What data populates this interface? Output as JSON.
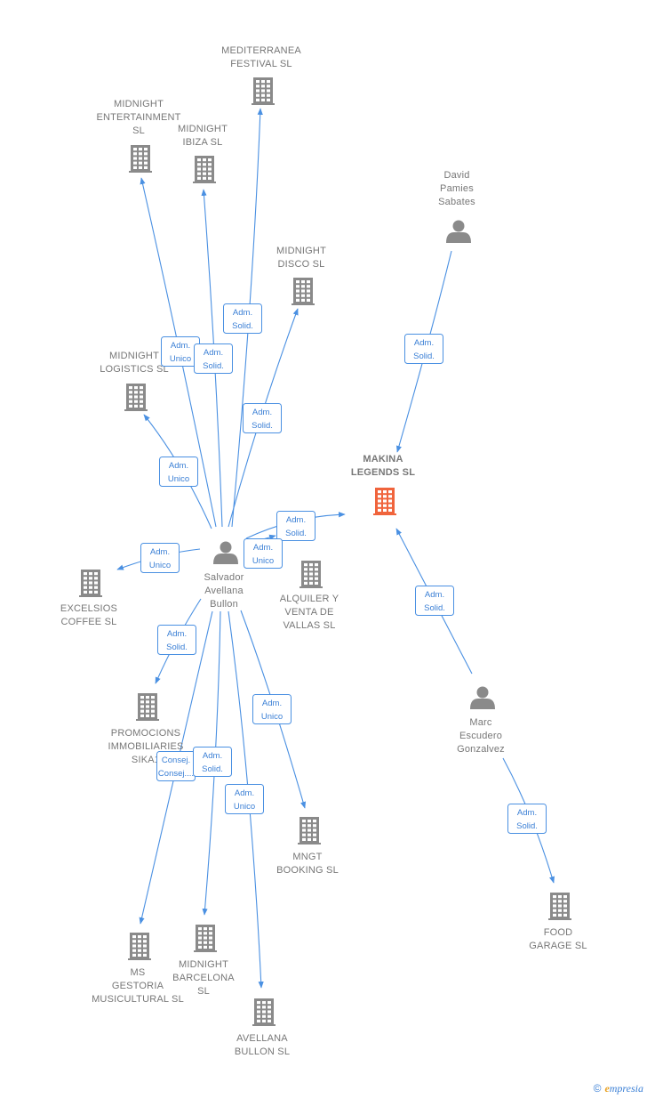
{
  "colors": {
    "edge": "#4a90e2",
    "building": "#8a8a8a",
    "focus_building": "#f0643c",
    "person": "#8a8a8a"
  },
  "nodes": [
    {
      "id": "mediterranea",
      "type": "company",
      "lines": [
        "MEDITERRANEA",
        "FESTIVAL  SL"
      ]
    },
    {
      "id": "midnight_ent",
      "type": "company",
      "lines": [
        "MIDNIGHT",
        "ENTERTAINMENT",
        "SL"
      ]
    },
    {
      "id": "midnight_ibiza",
      "type": "company",
      "lines": [
        "MIDNIGHT",
        "IBIZA  SL"
      ]
    },
    {
      "id": "midnight_disco",
      "type": "company",
      "lines": [
        "MIDNIGHT",
        "DISCO  SL"
      ]
    },
    {
      "id": "midnight_logistics",
      "type": "company",
      "lines": [
        "MIDNIGHT",
        "LOGISTICS  SL"
      ]
    },
    {
      "id": "david",
      "type": "person",
      "lines": [
        "David",
        "Pamies",
        "Sabates"
      ]
    },
    {
      "id": "makina",
      "type": "company",
      "focus": true,
      "lines": [
        "MAKINA",
        "LEGENDS  SL"
      ]
    },
    {
      "id": "salvador",
      "type": "person",
      "lines": [
        "Salvador",
        "Avellana",
        "Bullon"
      ]
    },
    {
      "id": "excelsios",
      "type": "company",
      "lines": [
        "EXCELSIOS",
        "COFFEE  SL"
      ]
    },
    {
      "id": "alquiler",
      "type": "company",
      "lines": [
        "ALQUILER Y",
        "VENTA DE",
        "VALLAS  SL"
      ]
    },
    {
      "id": "promocions",
      "type": "company",
      "lines": [
        "PROMOCIONS",
        "IMMOBILIARIES",
        "SIKA1"
      ]
    },
    {
      "id": "marc",
      "type": "person",
      "lines": [
        "Marc",
        "Escudero",
        "Gonzalvez"
      ]
    },
    {
      "id": "mngt",
      "type": "company",
      "lines": [
        "MNGT",
        "BOOKING  SL"
      ]
    },
    {
      "id": "food",
      "type": "company",
      "lines": [
        "FOOD",
        "GARAGE  SL"
      ]
    },
    {
      "id": "ms_gestoria",
      "type": "company",
      "lines": [
        "MS",
        "GESTORIA",
        "MUSICULTURAL SL"
      ]
    },
    {
      "id": "midnight_bcn",
      "type": "company",
      "lines": [
        "MIDNIGHT",
        "BARCELONA",
        "SL"
      ]
    },
    {
      "id": "avellana",
      "type": "company",
      "lines": [
        "AVELLANA",
        "BULLON SL"
      ]
    }
  ],
  "edges": [
    {
      "from": "salvador",
      "to": "mediterranea",
      "label": [
        "Adm.",
        "Solid."
      ]
    },
    {
      "from": "salvador",
      "to": "midnight_ent",
      "label": [
        "Adm.",
        "Unico"
      ]
    },
    {
      "from": "salvador",
      "to": "midnight_ibiza",
      "label": [
        "Adm.",
        "Solid."
      ]
    },
    {
      "from": "salvador",
      "to": "midnight_disco",
      "label": [
        "Adm.",
        "Solid."
      ]
    },
    {
      "from": "salvador",
      "to": "midnight_logistics",
      "label": [
        "Adm.",
        "Unico"
      ]
    },
    {
      "from": "david",
      "to": "makina",
      "label": [
        "Adm.",
        "Solid."
      ]
    },
    {
      "from": "salvador",
      "to": "makina",
      "label": [
        "Adm.",
        "Solid."
      ]
    },
    {
      "from": "salvador",
      "to": "alquiler",
      "label": [
        "Adm.",
        "Unico"
      ]
    },
    {
      "from": "salvador",
      "to": "excelsios",
      "label": [
        "Adm.",
        "Unico"
      ]
    },
    {
      "from": "salvador",
      "to": "promocions",
      "label": [
        "Adm.",
        "Solid."
      ]
    },
    {
      "from": "marc",
      "to": "makina",
      "label": [
        "Adm.",
        "Solid."
      ]
    },
    {
      "from": "salvador",
      "to": "mngt",
      "label": [
        "Adm.",
        "Unico"
      ]
    },
    {
      "from": "salvador",
      "to": "ms_gestoria",
      "label": [
        "Consej.",
        "Consej...."
      ]
    },
    {
      "from": "salvador",
      "to": "midnight_bcn",
      "label": [
        "Adm.",
        "Solid."
      ]
    },
    {
      "from": "salvador",
      "to": "avellana",
      "label": [
        "Adm.",
        "Unico"
      ]
    },
    {
      "from": "marc",
      "to": "food",
      "label": [
        "Adm.",
        "Solid."
      ]
    }
  ],
  "footer": {
    "copyright": "©",
    "brand_initial": "e",
    "brand_rest": "mpresia"
  }
}
